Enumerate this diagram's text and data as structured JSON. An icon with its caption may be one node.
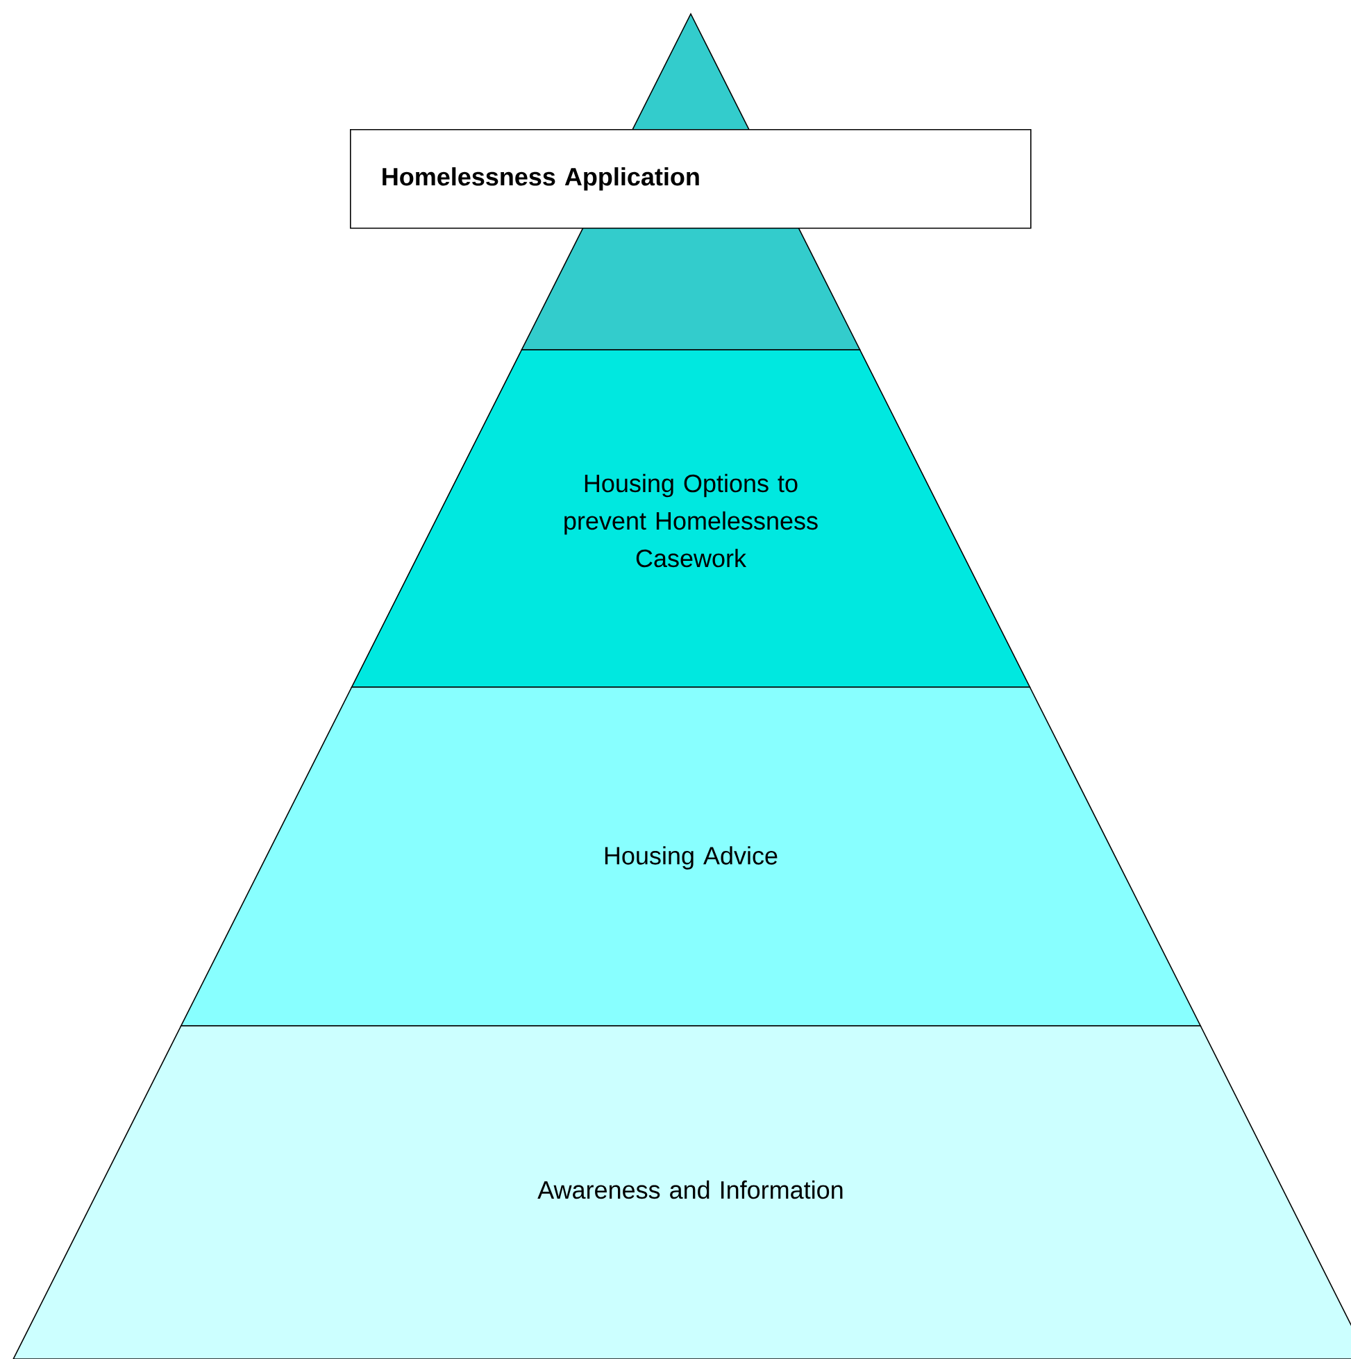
{
  "diagram": {
    "nodes": [
      {
        "text": [],
        "shape": "triangle"
      },
      {
        "text": [
          "Homelessness Application"
        ]
      },
      {
        "text": [
          "Housing Options to prevent Homelessness Casework"
        ]
      },
      {
        "text": [
          "Housing Advice"
        ]
      },
      {
        "text": [
          "Awareness and Information"
        ]
      }
    ]
  }
}
